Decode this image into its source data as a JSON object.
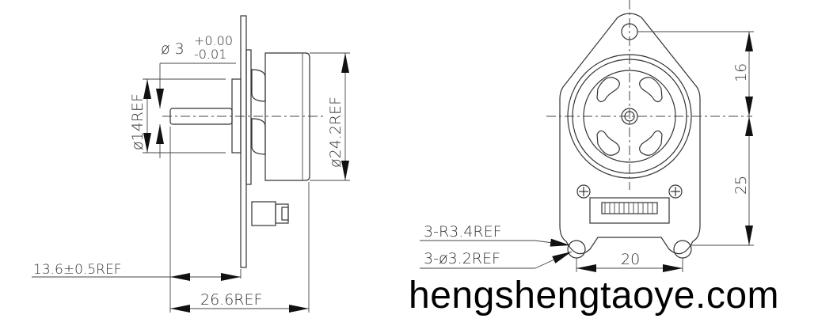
{
  "dimensions": {
    "shaft_diameter": "ø 3",
    "shaft_tol_upper": "+0.00",
    "shaft_tol_lower": "-0.01",
    "flange_diameter": "ø14REF",
    "body_diameter": "ø24.2REF",
    "shaft_length": "13.6±0.5REF",
    "overall_length": "26.6REF",
    "hole_spec": "3-ø3.2REF",
    "radius_spec": "3-R3.4REF",
    "top_hole_offset": "16",
    "bottom_hole_offset": "25",
    "hole_spacing": "20"
  },
  "watermark": "hengshengtaoye.com"
}
